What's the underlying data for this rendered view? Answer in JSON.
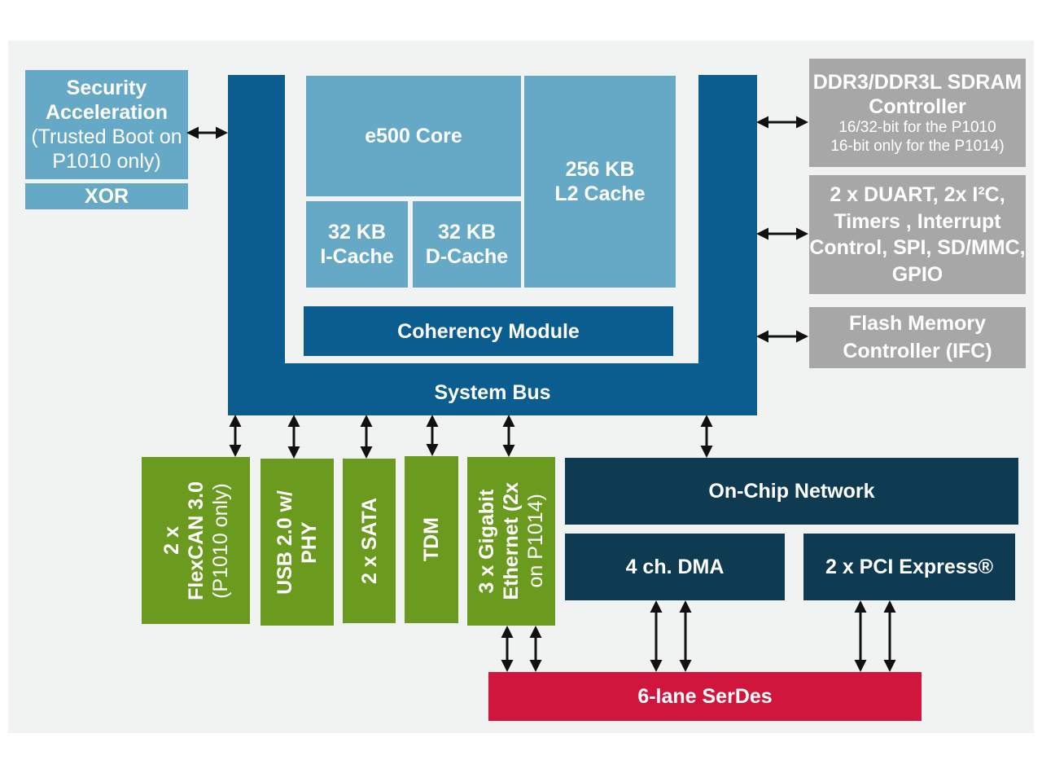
{
  "colors": {
    "light_blue": "#66a9c6",
    "dark_blue": "#0b5d8f",
    "gray": "#a7a7a7",
    "green": "#6b9b1e",
    "navy": "#0e3a52",
    "red": "#d0163c"
  },
  "security": {
    "line1": "Security",
    "line2": "Acceleration",
    "line3": "(Trusted Boot on",
    "line4": "P1010 only)"
  },
  "xor": "XOR",
  "core": "e500 Core",
  "icache": {
    "line1": "32 KB",
    "line2": "I-Cache"
  },
  "dcache": {
    "line1": "32 KB",
    "line2": "D-Cache"
  },
  "l2": {
    "line1": "256 KB",
    "line2": "L2 Cache"
  },
  "coherency": "Coherency Module",
  "system_bus": "System Bus",
  "ddr": {
    "line1": "DDR3/DDR3L SDRAM",
    "line2": "Controller",
    "line3": "16/32-bit for the P1010",
    "line4": "16-bit only for the P1014)"
  },
  "periph": {
    "line1": "2 x DUART, 2x I²C,",
    "line2": "Timers , Interrupt",
    "line3": "Control, SPI, SD/MMC,",
    "line4": "GPIO"
  },
  "flash": {
    "line1": "Flash Memory",
    "line2": "Controller (IFC)"
  },
  "flexcan": {
    "line1": "2 x",
    "line2": "FlexCAN 3.0",
    "line3": "(P1010 only)"
  },
  "usb": {
    "line1": "USB 2.0 w/",
    "line2": "PHY"
  },
  "sata": "2 x SATA",
  "tdm": "TDM",
  "ethernet": {
    "line1": "3 x Gigabit",
    "line2": "Ethernet (2x",
    "line3": "on P1014)"
  },
  "onchip": "On-Chip Network",
  "dma": "4 ch. DMA",
  "pcie": "2 x PCI Express®",
  "serdes": "6-lane SerDes"
}
